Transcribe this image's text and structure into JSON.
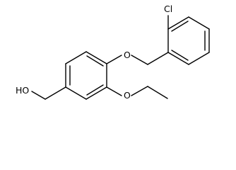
{
  "molecule": {
    "labels": {
      "chlorine": "Cl",
      "ether_oxygen": "O",
      "ethoxy_oxygen": "O",
      "hydroxyl": "HO"
    }
  }
}
